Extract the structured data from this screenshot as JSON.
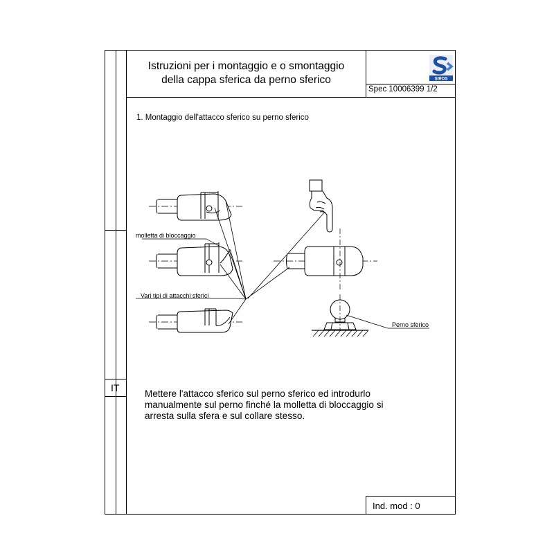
{
  "header": {
    "title_line1": "Istruzioni per i  montaggio e  o smontaggio",
    "title_line2": "della cappa sferica  da  perno sferico",
    "spec": "Spec  10006399 1/2",
    "logo_text": "SIROS"
  },
  "sidebar": {
    "language_code": "IT"
  },
  "section": {
    "heading": "1. Montaggio dell'attacco  sferico  su  perno sferico"
  },
  "figure": {
    "label_molletta": "molletta di bloccaggio",
    "label_tipi": "Vari tipi di attacchi sferici",
    "label_perno": "Perno sferico"
  },
  "instructions": {
    "line1": "Mettere l'attacco sferico sul perno sferico ed introdurlo",
    "line2": "manualmente sul perno finché la molletta di bloccaggio si",
    "line3": "arresta sulla sfera e sul collare stesso."
  },
  "footer": {
    "ind_mod": "Ind. mod : 0"
  }
}
